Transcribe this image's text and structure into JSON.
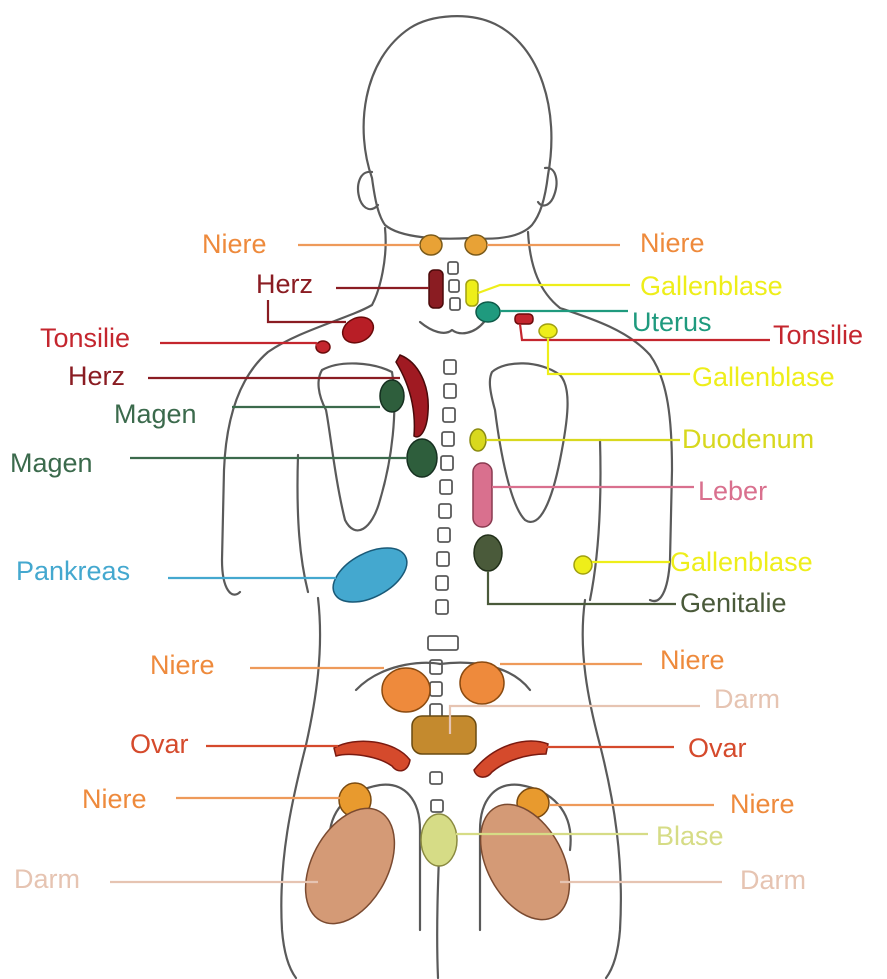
{
  "colors": {
    "outline": "#5a5a5a",
    "niere": "#ee8a3c",
    "herz": "#8a1c22",
    "tonsilie": "#c4262e",
    "magen": "#3b6a4c",
    "gallenblase": "#eeee1a",
    "uterus": "#1f9a7e",
    "duodenum": "#d8d81e",
    "leber": "#d9708e",
    "pankreas": "#44a8cf",
    "genitalie": "#4a5a3a",
    "darm": "#d8a58a",
    "ovar": "#d54a2c",
    "blase": "#d6dc86"
  },
  "labels": {
    "niere_head_left": "Niere",
    "niere_head_right": "Niere",
    "herz_neck": "Herz",
    "gallenblase_neck": "Gallenblase",
    "uterus": "Uterus",
    "tonsilie_left": "Tonsilie",
    "tonsilie_right": "Tonsilie",
    "gallenblase_shoulder": "Gallenblase",
    "herz_back": "Herz",
    "magen_upper": "Magen",
    "duodenum": "Duodenum",
    "magen_lower": "Magen",
    "leber": "Leber",
    "pankreas": "Pankreas",
    "gallenblase_arm": "Gallenblase",
    "genitalie": "Genitalie",
    "niere_lumbar_left": "Niere",
    "niere_lumbar_right": "Niere",
    "darm_sacral": "Darm",
    "ovar_left": "Ovar",
    "ovar_right": "Ovar",
    "niere_gluteal_left": "Niere",
    "niere_gluteal_right": "Niere",
    "blase": "Blase",
    "darm_left": "Darm",
    "darm_right": "Darm"
  }
}
